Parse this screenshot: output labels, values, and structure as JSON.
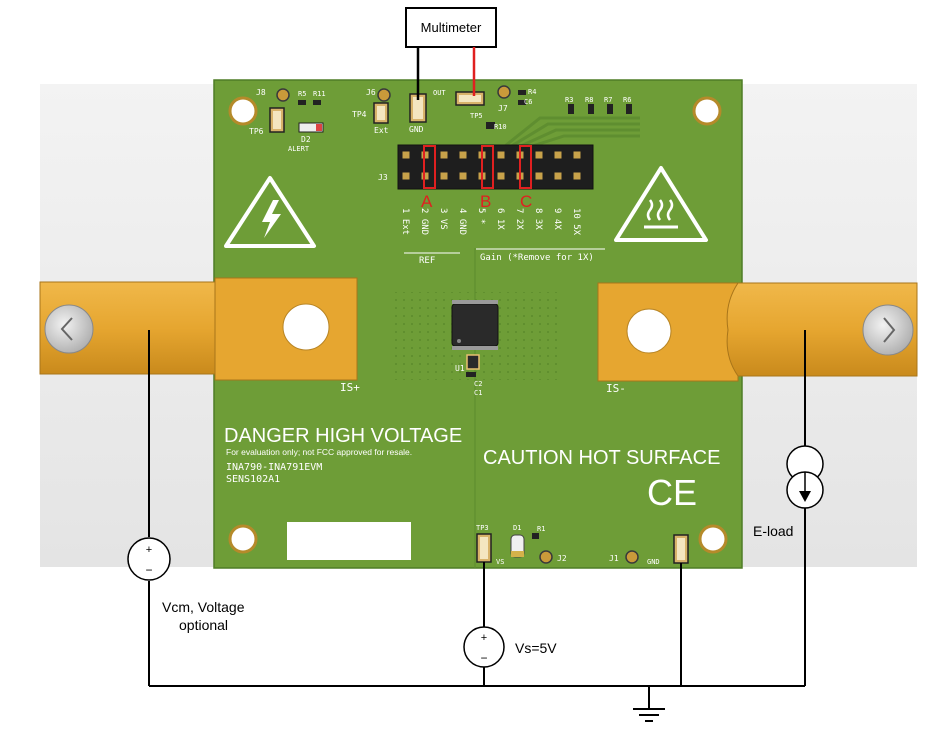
{
  "board": {
    "warning_text": "DANGER HIGH VOLTAGE",
    "disclaimer": "For evaluation only; not FCC approved for resale.",
    "part_name": "INA790-INA791EVM",
    "board_id": "SENS102A1",
    "caution_text": "CAUTION HOT SURFACE",
    "ce_mark": "CE",
    "is_plus": "IS+",
    "is_minus": "IS-",
    "header_ref": "J3",
    "ref_label": "REF",
    "gain_label": "Gain (*Remove for 1X)",
    "header_pins": [
      "1 Ext",
      "2 GND",
      "3 VS",
      "4 GND",
      "5 *",
      "6 1X",
      "7 2X",
      "8 3X",
      "9 4X",
      "10 5X"
    ],
    "highlight_labels": [
      "A",
      "B",
      "C"
    ],
    "designators": {
      "j8": "J8",
      "r5": "R5",
      "r11": "R11",
      "tp6": "TP6",
      "d2": "D2",
      "alert": "ALERT",
      "j6": "J6",
      "tp4": "TP4",
      "ext": "Ext",
      "gnd_top": "GND",
      "out": "OUT",
      "tp5": "TP5",
      "r10": "R10",
      "r4": "R4",
      "c6": "C6",
      "j7": "J7",
      "r3": "R3",
      "r8": "R8",
      "r7": "R7",
      "r6": "R6",
      "u1": "U1",
      "c2": "C2",
      "c1": "C1",
      "tp3": "TP3",
      "vs_bottom": "VS",
      "d1": "D1",
      "r1": "R1",
      "j2": "J2",
      "j1": "J1",
      "gnd_bottom": "GND"
    }
  },
  "external": {
    "multimeter": "Multimeter",
    "eload": "E-load",
    "vcm_line1": "Vcm, Voltage",
    "vcm_line2": "optional",
    "vs": "Vs=5V",
    "source_plus": "+",
    "source_minus": "−"
  },
  "colors": {
    "pcb": "#6e9d37",
    "pcb_edge": "#5a8a2c",
    "busbar": "#e6a630",
    "highlight": "#e02020",
    "probe_red": "#e02020",
    "wire": "#000000"
  }
}
